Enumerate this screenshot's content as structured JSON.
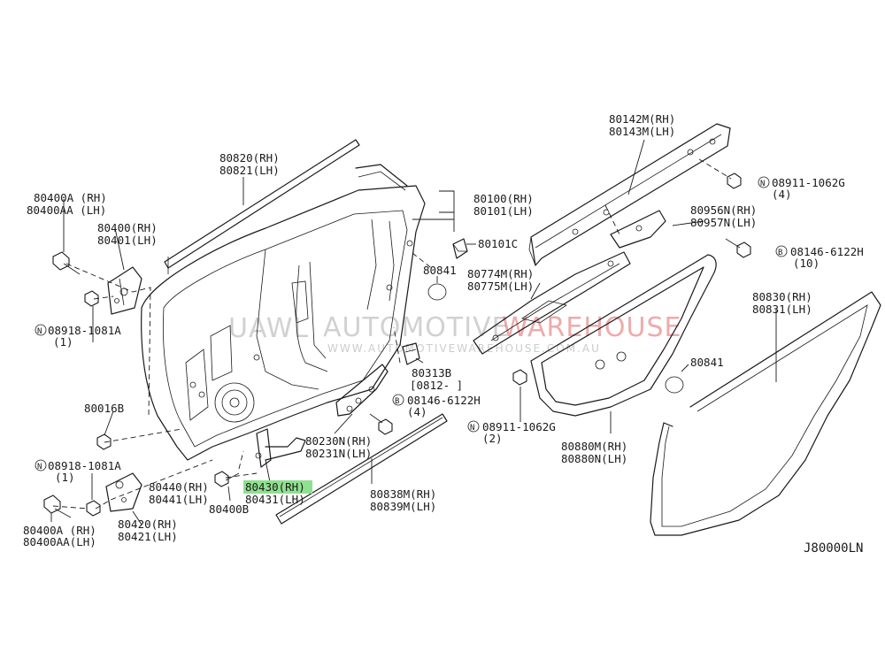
{
  "diagram_code": "J80000LN",
  "watermark": {
    "word1": "AUTOMOTIVE",
    "word2": "WAREHOUSE",
    "left_fragment": "UAWL",
    "url": "WWW.AUTOMOTIVEWAREHOUSE.COM.AU"
  },
  "highlight_color": "#8fe08f",
  "labels": {
    "p80820": [
      "80820(RH)",
      "80821(LH)"
    ],
    "p80400a_top": [
      "80400A  (RH)",
      "80400AA (LH)"
    ],
    "p80400": [
      "80400(RH)",
      "80401(LH)"
    ],
    "n08918_top": [
      "08918-1081A",
      "(1)"
    ],
    "p80016b": "80016B",
    "n08918_bottom": [
      "08918-1081A",
      "(1)"
    ],
    "p80400a_bottom": [
      "80400A (RH)",
      "80400AA(LH)"
    ],
    "p80420": [
      "80420(RH)",
      "80421(LH)"
    ],
    "p80440": [
      "80440(RH)",
      "80441(LH)"
    ],
    "p80400b": "80400B",
    "p80430": [
      "80430(RH)",
      "80431(LH)"
    ],
    "p80230": [
      "80230N(RH)",
      "80231N(LH)"
    ],
    "p80838": [
      "80838M(RH)",
      "80839M(LH)"
    ],
    "p80100": [
      "80100(RH)",
      "80101(LH)"
    ],
    "p80101c": "80101C",
    "p80841_a": "80841",
    "p80313b": [
      "80313B",
      "[0812-     ]"
    ],
    "b08146_mid": [
      "08146-6122H",
      "(4)"
    ],
    "p80774": [
      "80774M(RH)",
      "80775M(LH)"
    ],
    "n08911_mid": [
      "08911-1062G",
      "(2)"
    ],
    "p80142": [
      "80142M(RH)",
      "80143M(LH)"
    ],
    "n08911_top": [
      "08911-1062G",
      "(4)"
    ],
    "p80956": [
      "80956N(RH)",
      "80957N(LH)"
    ],
    "b08146_right": [
      "08146-6122H",
      "(10)"
    ],
    "p80841_b": "80841",
    "p80880": [
      "80880M(RH)",
      "80880N(LH)"
    ],
    "p80830": [
      "80830(RH)",
      "80831(LH)"
    ]
  },
  "prefix_symbols": {
    "nut": "N",
    "bolt": "B"
  }
}
